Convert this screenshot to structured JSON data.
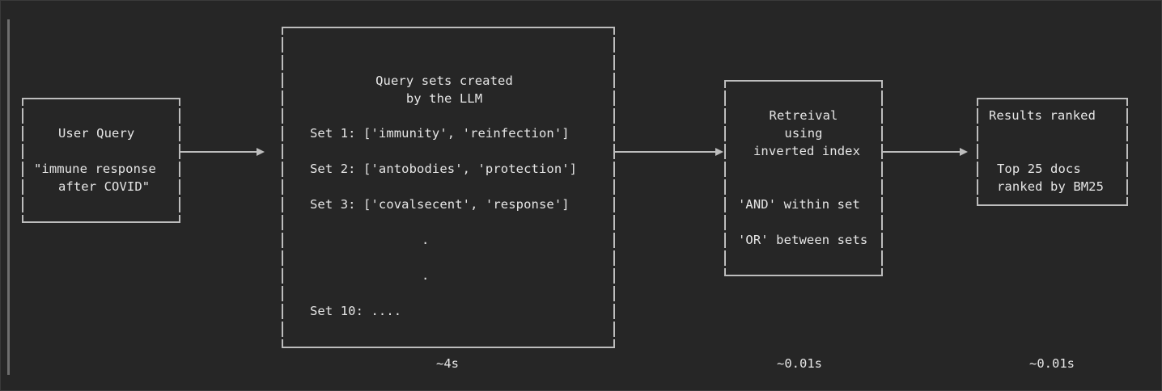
{
  "user_query": {
    "title": "User Query",
    "query_line1": "\"immune response",
    "query_line2": "after COVID\""
  },
  "query_sets": {
    "title_line1": "Query sets created",
    "title_line2": "by the LLM",
    "sets": [
      "Set 1: ['immunity', 'reinfection']",
      "Set 2: ['antobodies', 'protection']",
      "Set 3: ['covalsecent', 'response']"
    ],
    "dot1": ".",
    "dot2": ".",
    "last_set": "Set 10: ....",
    "time": "~4s"
  },
  "retrieval": {
    "title_line1": "Retreival",
    "title_line2": "using",
    "title_line3": "inverted index",
    "rule_and": "'AND' within set",
    "rule_or": "'OR' between sets",
    "time": "~0.01s"
  },
  "results": {
    "title": "Results ranked",
    "line1": "Top 25 docs",
    "line2": "ranked by BM25",
    "time": "~0.01s"
  },
  "colors": {
    "background": "#262626",
    "lines": "#bdbdbd",
    "text": "#e6e6e6"
  }
}
